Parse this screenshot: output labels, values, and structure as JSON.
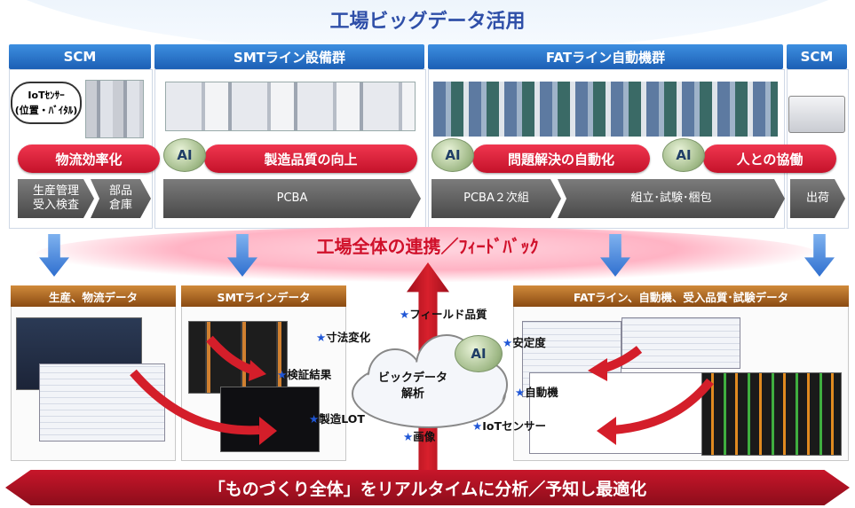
{
  "title": "工場ビッグデータ活用",
  "headers": [
    "SCM",
    "SMTライン設備群",
    "FATライン自動機群",
    "SCM"
  ],
  "iot_tag": {
    "line1": "IoTｾﾝｻｰ",
    "line2": "(位置・ﾊﾞｲﾀﾙ)"
  },
  "pills": [
    "物流効率化",
    "製造品質の向上",
    "問題解決の自動化",
    "人との協働"
  ],
  "ai_label": "AI",
  "process_steps": [
    {
      "line1": "生産管理",
      "line2": "受入検査"
    },
    {
      "line1": "部品",
      "line2": "倉庫"
    },
    {
      "line1": "PCBA",
      "line2": ""
    },
    {
      "line1": "PCBA２次組",
      "line2": ""
    },
    {
      "line1": "組立･試験･梱包",
      "line2": ""
    },
    {
      "line1": "出荷",
      "line2": ""
    }
  ],
  "band_text": "工場全体の連携／ﾌｨｰﾄﾞﾊﾞｯｸ",
  "data_panels": [
    "生産、物流データ",
    "SMTラインデータ",
    "FATライン、自動機、受入品質･試験データ"
  ],
  "center": {
    "line1": "ビックデータ",
    "line2": "解析"
  },
  "star": "★",
  "labels": {
    "sunpo": "寸法変化",
    "kensho": "検証結果",
    "lot": "製造LOT",
    "field": "フィールド品質",
    "gazo": "画像",
    "anteido": "安定度",
    "jidoki": "自動機",
    "iot": "IoTセンサー"
  },
  "bottom_text": "「ものづくり全体」をリアルタイムに分析／予知し最適化"
}
